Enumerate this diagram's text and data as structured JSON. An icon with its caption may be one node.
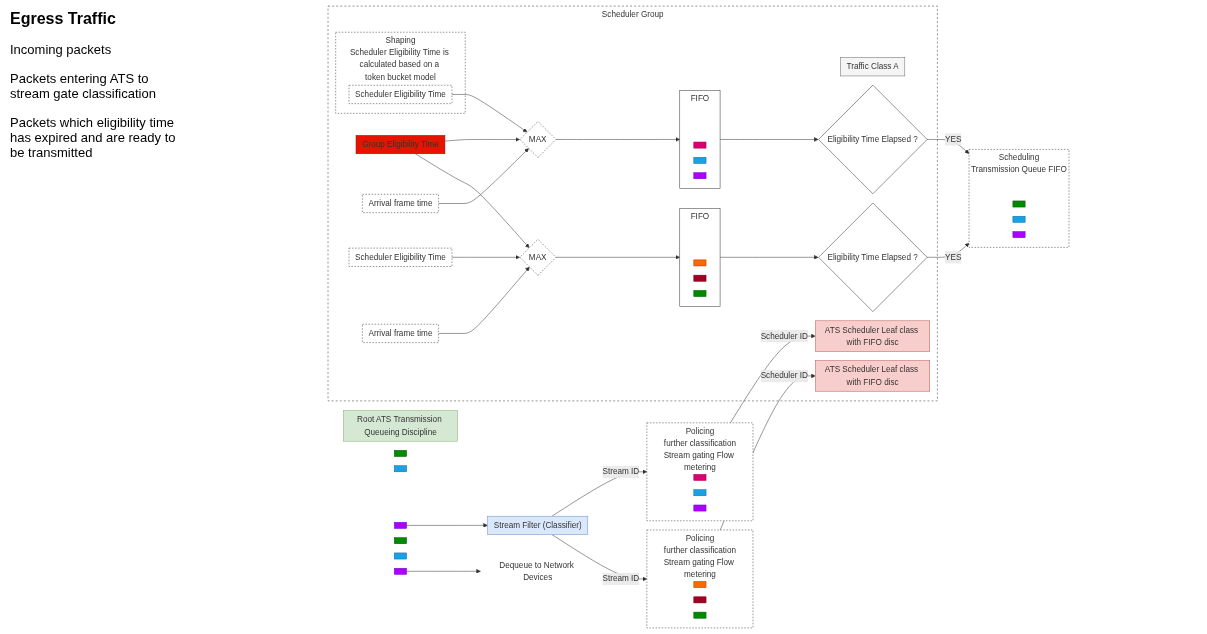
{
  "diagram": {
    "nodes": [
      {
        "text": [
          "Root ATS Transmission Queueing Discipline"
        ]
      },
      {
        "text": [],
        "shape": "box"
      },
      {
        "text": [],
        "shape": "box"
      },
      {
        "text": [],
        "shape": "box"
      },
      {
        "text": [
          "Stream Filter (Classifier)"
        ]
      },
      {
        "text": [
          "Policing",
          "further classification",
          "Stream gating Flow metering"
        ]
      },
      {
        "text": [],
        "shape": "box",
        "in": 5
      },
      {
        "text": [],
        "shape": "box",
        "in": 5
      },
      {
        "text": [],
        "shape": "box",
        "in": 5
      },
      {
        "text": [
          "Policing",
          "further classification",
          "Stream gating Flow metering"
        ]
      },
      {
        "text": [],
        "shape": "box",
        "in": 9
      },
      {
        "text": [],
        "shape": "box",
        "in": 9
      },
      {
        "text": [],
        "shape": "box",
        "in": 9
      },
      {
        "text": [
          "Scheduler Group"
        ]
      },
      {
        "text": [
          "Traffic Class A"
        ],
        "in": 13
      },
      {
        "text": [
          "ATS Scheduler Leaf class with FIFO disc"
        ],
        "in": 13
      },
      {
        "text": [
          "Group Eligibility Time"
        ],
        "in": 13
      },
      {
        "text": [
          "Shaping"
        ],
        "beside": [
          "Scheduler Eligibility Time is calculated based on a token bucket model"
        ],
        "in": 13
      },
      {
        "text": [
          "Scheduler Eligibility Time"
        ],
        "in": 17
      },
      {
        "text": [
          "Arrival frame time"
        ],
        "in": 13
      },
      {
        "text": [
          "MAX"
        ],
        "in": 13
      },
      {
        "text": [
          "FIFO"
        ],
        "in": 13
      },
      {
        "text": [],
        "shape": "box",
        "in": 21
      },
      {
        "text": [],
        "shape": "box",
        "in": 21
      },
      {
        "text": [],
        "shape": "box",
        "in": 21
      },
      {
        "text": [
          "Eligibility Time Elapsed ?"
        ],
        "in": 13
      },
      {
        "text": [
          "ATS Scheduler Leaf class with FIFO disc"
        ],
        "in": 13
      },
      {
        "text": [
          "Scheduler Eligibility Time"
        ],
        "in": 13
      },
      {
        "text": [
          "Arrival frame time"
        ],
        "in": 13
      },
      {
        "text": [
          "MAX"
        ],
        "in": 13
      },
      {
        "text": [
          "FIFO"
        ],
        "in": 13
      },
      {
        "text": [],
        "shape": "box",
        "in": 30
      },
      {
        "text": [],
        "shape": "box",
        "in": 30
      },
      {
        "text": [],
        "shape": "box",
        "in": 30
      },
      {
        "text": [
          "Eligibility Time Elapsed ?"
        ],
        "in": 13
      },
      {
        "text": [
          "Scheduling",
          "Transmission Queue FIFO"
        ]
      },
      {
        "text": [],
        "shape": "box",
        "in": 35
      },
      {
        "text": [],
        "shape": "box",
        "in": 35
      },
      {
        "text": [],
        "shape": "box",
        "in": 35
      },
      {
        "text": [],
        "shape": "box"
      },
      {
        "text": [],
        "shape": "box"
      },
      {
        "text": [],
        "shape": "box"
      },
      {
        "text": [
          "Dequeue to Network Devices"
        ]
      }
    ],
    "edges": [
      {
        "from": 3,
        "to": 4,
        "arrow": "to"
      },
      {
        "from": 4,
        "to": 5,
        "arrow": "to",
        "label": "Stream ID"
      },
      {
        "from": 4,
        "to": 9,
        "arrow": "to",
        "label": "Stream ID"
      },
      {
        "from": 5,
        "to": 15,
        "arrow": "to",
        "label": "Scheduler ID"
      },
      {
        "from": 9,
        "to": 26,
        "arrow": "to",
        "label": "Scheduler ID"
      },
      {
        "from": 18,
        "to": 20,
        "arrow": "to"
      },
      {
        "from": 19,
        "to": 20,
        "arrow": "to"
      },
      {
        "from": 16,
        "to": 20,
        "arrow": "to"
      },
      {
        "from": 20,
        "to": 21,
        "arrow": "to"
      },
      {
        "from": 21,
        "to": 25,
        "arrow": "to"
      },
      {
        "from": 16,
        "to": 29,
        "arrow": "to"
      },
      {
        "from": 27,
        "to": 29,
        "arrow": "to"
      },
      {
        "from": 28,
        "to": 29,
        "arrow": "to"
      },
      {
        "from": 29,
        "to": 30,
        "arrow": "to"
      },
      {
        "from": 30,
        "to": 34,
        "arrow": "to"
      },
      {
        "from": 25,
        "to": 35,
        "arrow": "to",
        "label": "YES"
      },
      {
        "from": 34,
        "to": 35,
        "arrow": "to",
        "label": "YES"
      },
      {
        "from": 41,
        "to": 42,
        "arrow": "to"
      }
    ],
    "labels": [
      "Egress Traffic",
      "Incoming packets",
      "Packets entering ATS to stream gate classification",
      "Packets which eligibility time has expired and are ready to be transmitted"
    ]
  }
}
